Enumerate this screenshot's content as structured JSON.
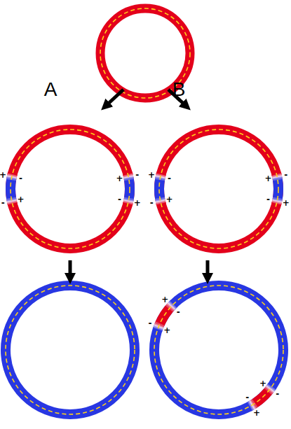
{
  "diagram": {
    "labels": [
      "A",
      "B",
      "-",
      "+",
      "+",
      "-",
      "-",
      "+",
      "+",
      "-",
      "-",
      "+",
      "+",
      "-",
      "-",
      "+",
      "+",
      "-",
      "-",
      "+",
      "+",
      "-",
      "-",
      "+",
      "+",
      "-"
    ]
  }
}
